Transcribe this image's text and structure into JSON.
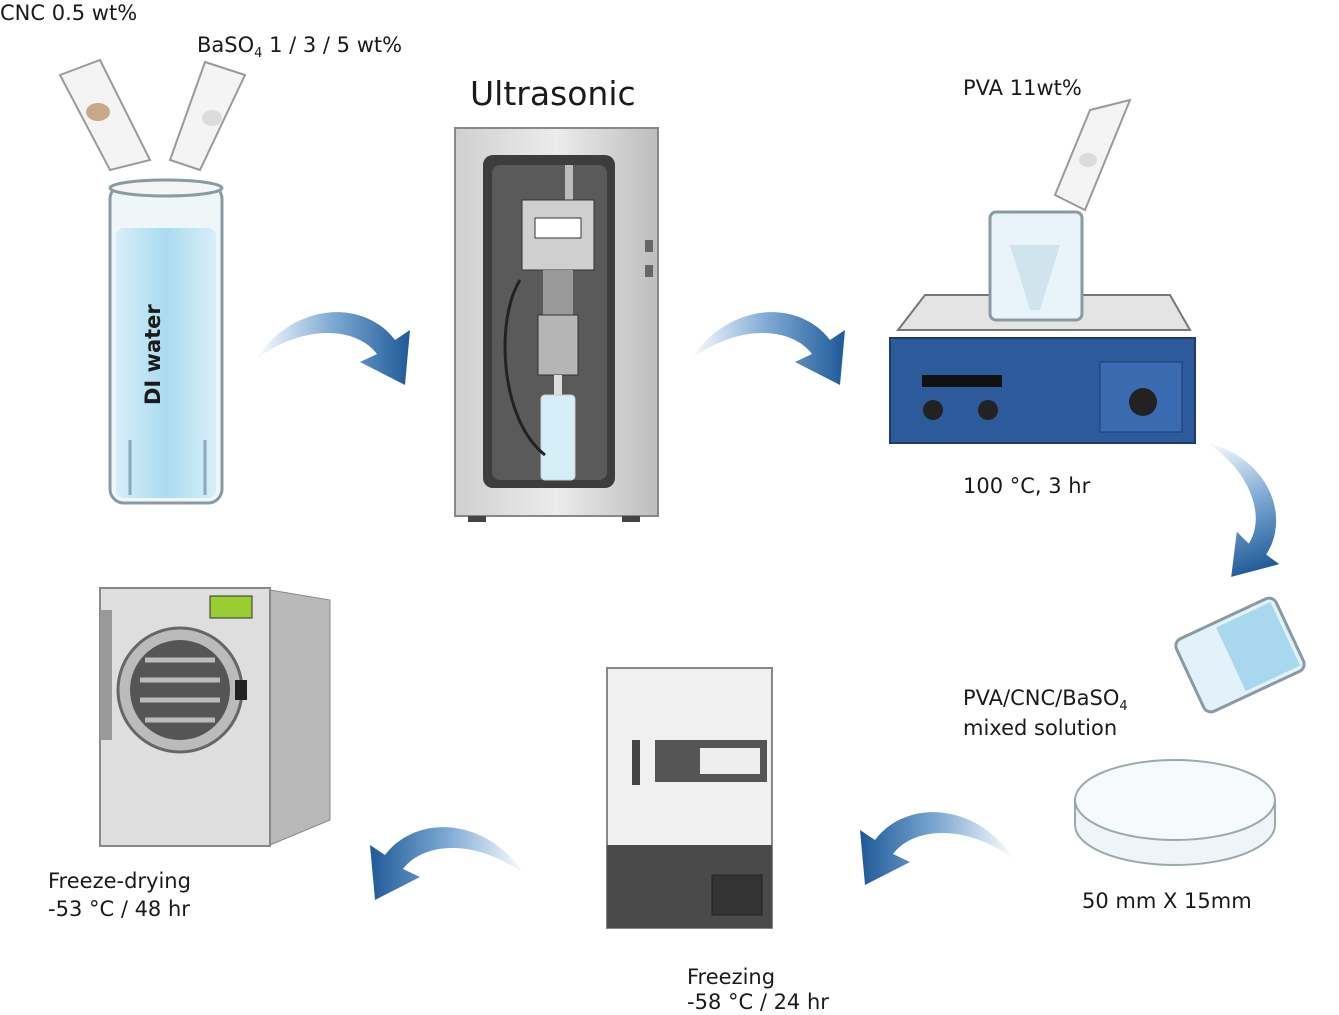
{
  "labels": {
    "cnc": "CNC  0.5 wt%",
    "baso4": "BaSO",
    "baso4_sub": "4",
    "baso4_amounts": " 1 / 3 / 5 wt%",
    "di_water": "DI water",
    "ultrasonic": "Ultrasonic",
    "pva": "PVA 11wt%",
    "hotplate_conditions": "100 °C, 3 hr",
    "mixed_line1": "PVA/CNC/BaSO",
    "mixed_line1_sub": "4",
    "mixed_line2": "mixed solution",
    "petri_size": "50 mm X 15mm",
    "freezing": "Freezing",
    "freezing_conditions": "-58 °C / 24 hr",
    "freeze_drying": "Freeze-drying",
    "freeze_drying_conditions": "-53 °C / 48 hr"
  },
  "colors": {
    "arrow": "#2f6aa6",
    "water": "#bfe3f3",
    "hotplate": "#2d5a9a",
    "machine_grey": "#d9d9d9"
  }
}
